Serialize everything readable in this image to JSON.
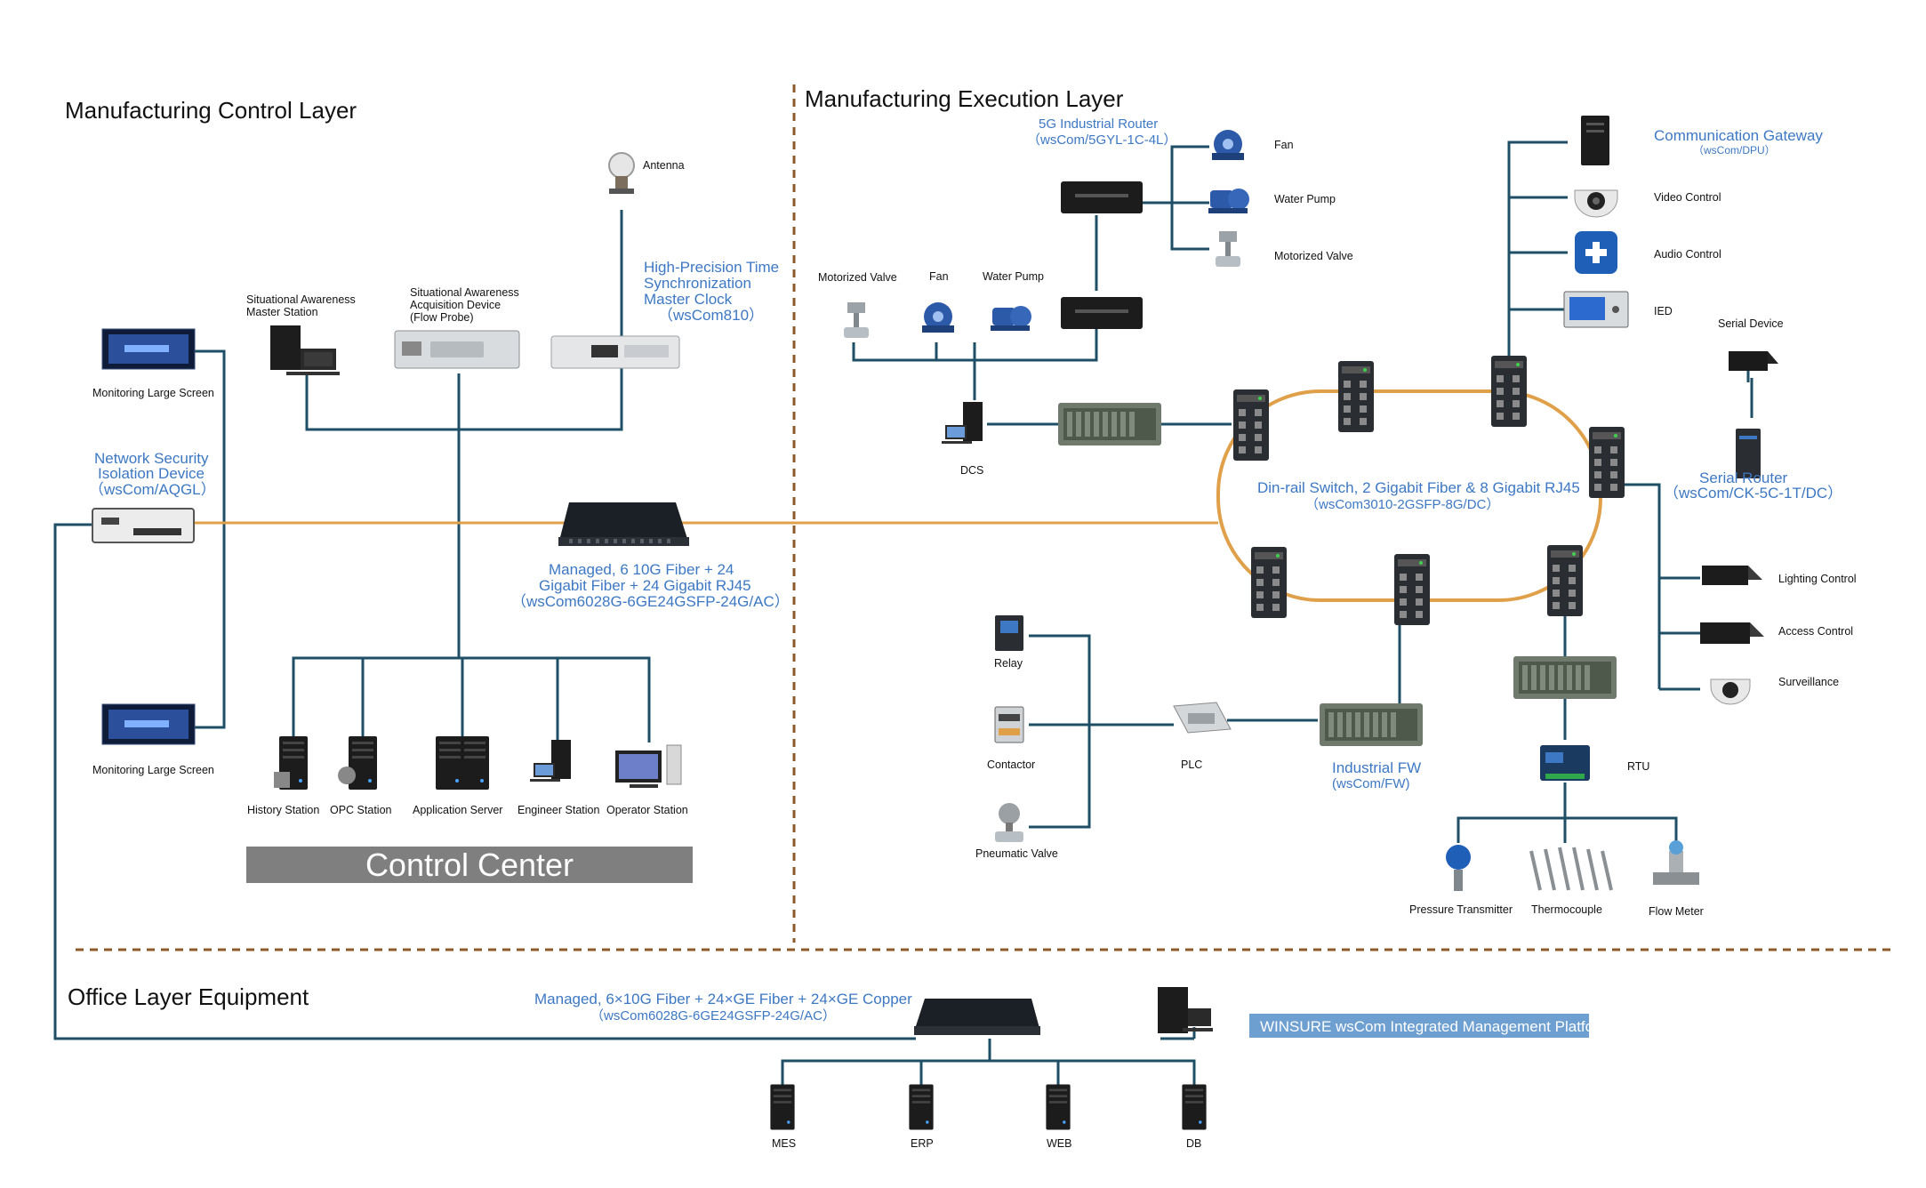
{
  "sections": {
    "control_layer": "Manufacturing Control Layer",
    "execution_layer": "Manufacturing Execution Layer",
    "office_layer": "Office Layer Equipment",
    "control_center": "Control Center"
  },
  "control": {
    "antenna": "Antenna",
    "sa_master_1": "Situational Awareness",
    "sa_master_2": "Master Station",
    "sa_acq_1": "Situational Awareness",
    "sa_acq_2": "Acquisition Device",
    "sa_acq_3": "(Flow Probe)",
    "clock_1": "High-Precision Time",
    "clock_2": "Synchronization",
    "clock_3": "Master Clock",
    "clock_4": "（wsCom810）",
    "monitor_top": "Monitoring Large Screen",
    "monitor_bottom": "Monitoring Large Screen",
    "nsid_1": "Network Security",
    "nsid_2": "Isolation Device",
    "nsid_3": "（wsCom/AQGL）",
    "core_switch_1": "Managed, 6 10G Fiber + 24",
    "core_switch_2": "Gigabit Fiber + 24 Gigabit RJ45",
    "core_switch_3": "（wsCom6028G-6GE24GSFP-24G/AC）",
    "stations": [
      "History Station",
      "OPC Station",
      "Application Server",
      "Engineer Station",
      "Operator Station"
    ]
  },
  "execution": {
    "router_1": "5G Industrial Router",
    "router_2": "（wsCom/5GYL-1C-4L）",
    "fan_top": "Fan",
    "pump_top": "Water Pump",
    "valve_top": "Motorized Valve",
    "valve_left": "Motorized Valve",
    "fan_left": "Fan",
    "pump_left": "Water Pump",
    "dcs": "DCS",
    "gateway_1": "Communication Gateway",
    "gateway_2": "（wsCom/DPU）",
    "video": "Video Control",
    "audio": "Audio Control",
    "ied": "IED",
    "serial_device": "Serial Device",
    "serial_router_1": "Serial Router",
    "serial_router_2": "（wsCom/CK-5C-1T/DC）",
    "ring_1": "Din-rail Switch, 2 Gigabit Fiber & 8 Gigabit RJ45",
    "ring_2": "（wsCom3010-2GSFP-8G/DC）",
    "lighting": "Lighting Control",
    "access": "Access Control",
    "surveillance": "Surveillance",
    "relay": "Relay",
    "contactor": "Contactor",
    "pneumatic": "Pneumatic Valve",
    "plc": "PLC",
    "fw_1": "Industrial FW",
    "fw_2": "(wsCom/FW)",
    "rtu": "RTU",
    "pressure": "Pressure Transmitter",
    "thermo": "Thermocouple",
    "flow": "Flow Meter"
  },
  "office": {
    "switch_1": "Managed, 6×10G Fiber + 24×GE Fiber + 24×GE Copper",
    "switch_2": "（wsCom6028G-6GE24GSFP-24G/AC）",
    "platform": "WINSURE wsCom Integrated Management Platform",
    "servers": [
      "MES",
      "ERP",
      "WEB",
      "DB"
    ]
  },
  "colors": {
    "network_line": "#1e4f66",
    "backbone": "#e0a04a",
    "divider": "#8a5a2b",
    "accent_blue": "#3d78c4",
    "panel_gray": "#7f7f7f",
    "platform_bg": "#6d9fd1"
  }
}
